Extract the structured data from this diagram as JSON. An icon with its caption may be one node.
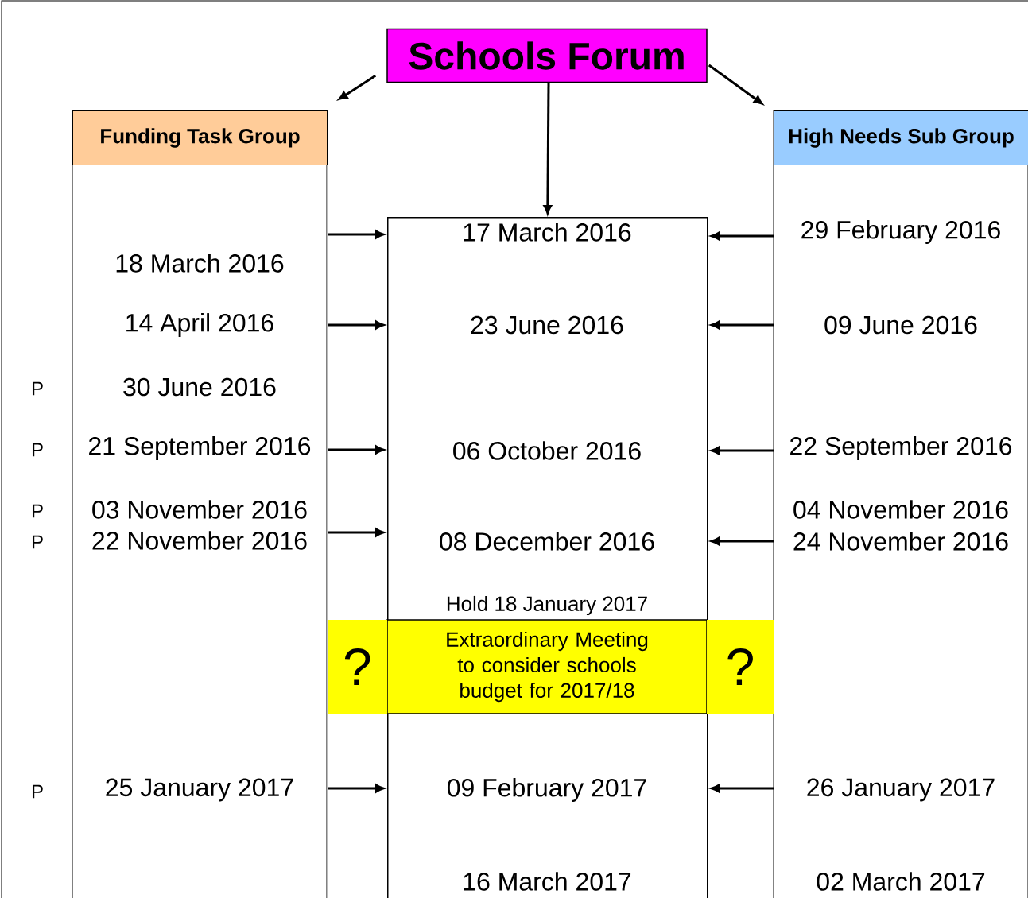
{
  "diagram": {
    "nodes": [
      {
        "text": [
          "Schools Forum"
        ]
      },
      {
        "text": [
          "Funding Task Group"
        ]
      },
      {
        "text": [
          "18 March 2016"
        ],
        "in": 1
      },
      {
        "text": [
          "14 April 2016"
        ],
        "in": 1
      },
      {
        "text": [
          "30 June 2016"
        ],
        "in": 1,
        "beside": [
          "P"
        ]
      },
      {
        "text": [
          "21 September 2016"
        ],
        "in": 1,
        "beside": [
          "P"
        ]
      },
      {
        "text": [
          "03 November 2016"
        ],
        "in": 1,
        "beside": [
          "P"
        ]
      },
      {
        "text": [
          "22 November 2016"
        ],
        "in": 1,
        "beside": [
          "P"
        ]
      },
      {
        "text": [
          "25 January 2017"
        ],
        "in": 1,
        "beside": [
          "P"
        ]
      },
      {
        "text": [],
        "shape": "box"
      },
      {
        "text": [
          "17 March 2016"
        ],
        "in": 9
      },
      {
        "text": [
          "23 June 2016"
        ],
        "in": 9
      },
      {
        "text": [
          "06 October 2016"
        ],
        "in": 9
      },
      {
        "text": [
          "08 December 2016"
        ],
        "in": 9
      },
      {
        "text": [
          "Hold 18 January 2017"
        ],
        "in": 9
      },
      {
        "text": [
          "Extraordinary Meeting to consider schools budget for 2017/18"
        ],
        "in": 9
      },
      {
        "text": [
          "09 February 2017"
        ],
        "in": 9
      },
      {
        "text": [
          "16 March 2017"
        ],
        "in": 9
      },
      {
        "text": [
          "High Needs Sub Group"
        ]
      },
      {
        "text": [
          "29 February 2016"
        ],
        "in": 18
      },
      {
        "text": [
          "09 June 2016"
        ],
        "in": 18
      },
      {
        "text": [
          "22 September 2016"
        ],
        "in": 18
      },
      {
        "text": [
          "04 November 2016"
        ],
        "in": 18
      },
      {
        "text": [
          "24 November 2016"
        ],
        "in": 18
      },
      {
        "text": [
          "26 January 2017"
        ],
        "in": 18
      },
      {
        "text": [
          "02 March 2017"
        ],
        "in": 18
      },
      {
        "text": [
          "?"
        ]
      },
      {
        "text": [
          "?"
        ]
      }
    ],
    "edges": [
      {
        "from": 0,
        "to": 1,
        "arrow": "to"
      },
      {
        "from": 0,
        "to": 9,
        "arrow": "to"
      },
      {
        "from": 0,
        "to": 18,
        "arrow": "to"
      },
      {
        "from": 1,
        "to": 9,
        "arrow": "to"
      },
      {
        "from": 1,
        "to": 9,
        "arrow": "to"
      },
      {
        "from": 1,
        "to": 9,
        "arrow": "to"
      },
      {
        "from": 1,
        "to": 9,
        "arrow": "to"
      },
      {
        "from": 1,
        "to": 9,
        "arrow": "to"
      },
      {
        "from": 18,
        "to": 9,
        "arrow": "to"
      },
      {
        "from": 18,
        "to": 9,
        "arrow": "to"
      },
      {
        "from": 18,
        "to": 9,
        "arrow": "to"
      },
      {
        "from": 18,
        "to": 9,
        "arrow": "to"
      },
      {
        "from": 18,
        "to": 9,
        "arrow": "to"
      }
    ]
  }
}
